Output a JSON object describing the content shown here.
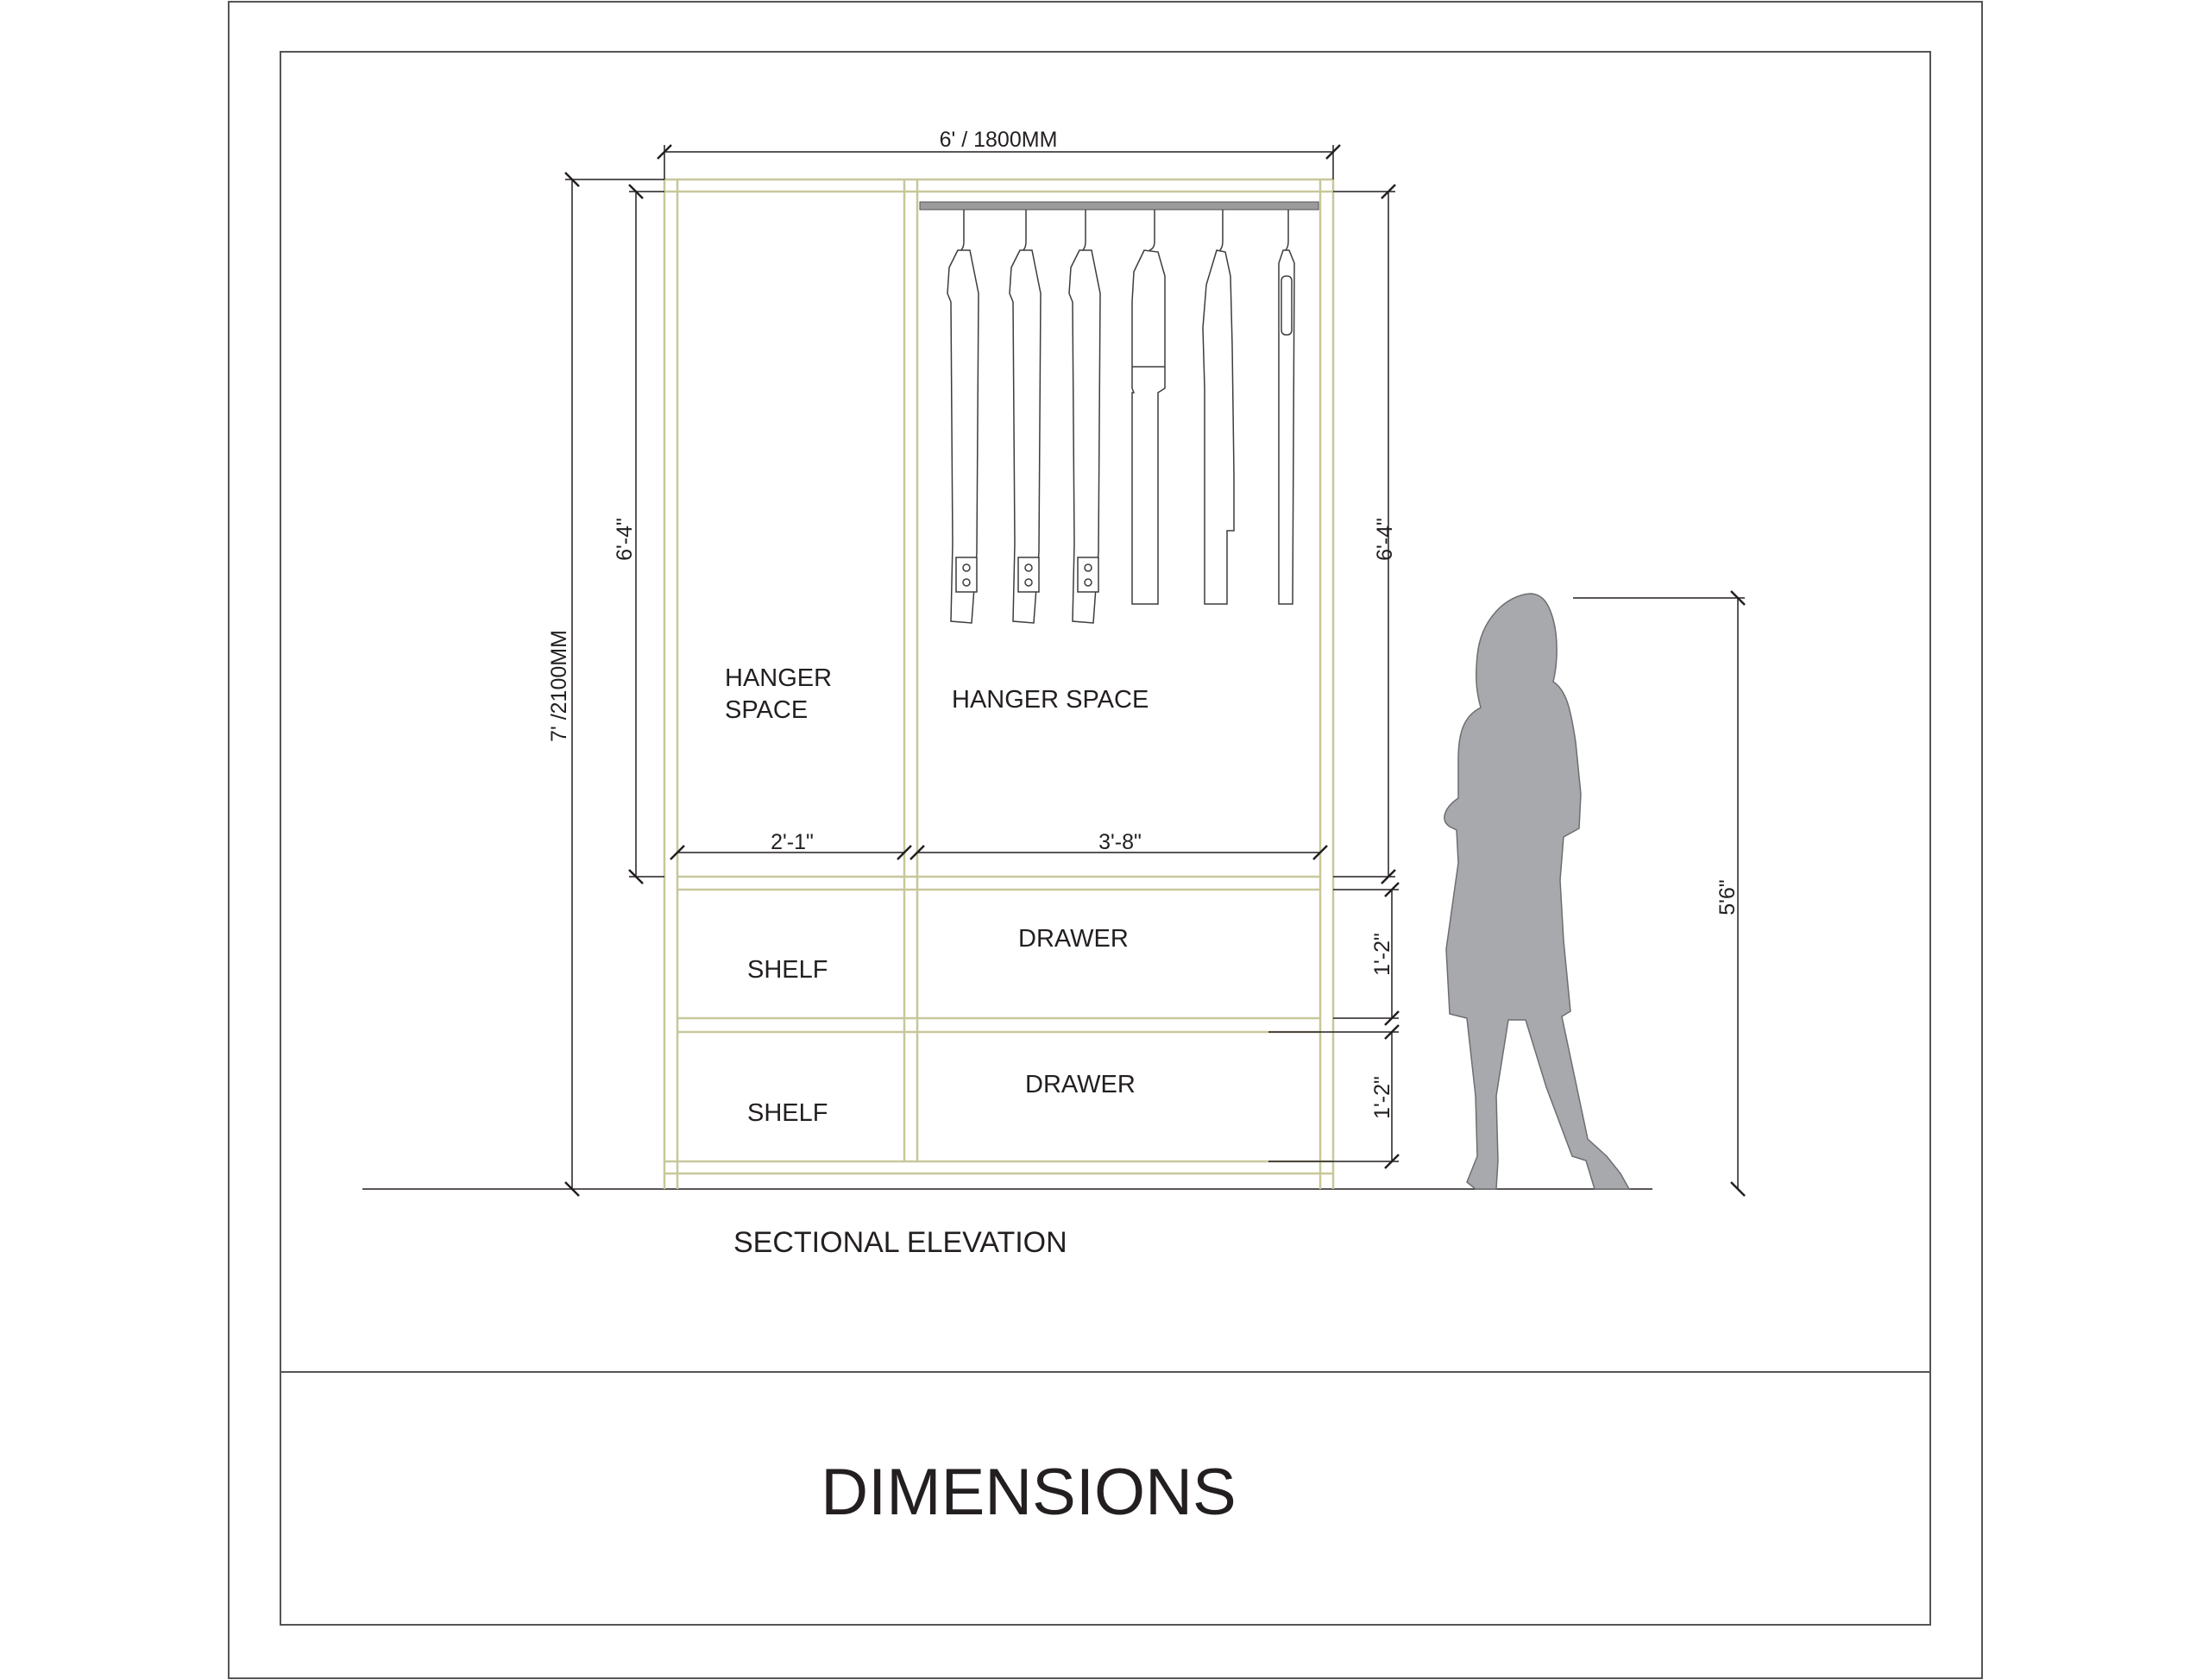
{
  "labels": {
    "width_overall": "6' / 1800MM",
    "height_overall": "7' /2100MM",
    "left_hanger_height": "6'-4\"",
    "right_hanger_height": "6'-4\"",
    "left_width": "2'-1\"",
    "right_width": "3'-8\"",
    "drawer_height_upper": "1'-2\"",
    "drawer_height_lower": "1'-2\"",
    "person_height": "5'6\"",
    "hanger_space_left_line1": "HANGER",
    "hanger_space_left_line2": "SPACE",
    "hanger_space_right": "HANGER SPACE",
    "shelf_upper": "SHELF",
    "shelf_lower": "SHELF",
    "drawer_upper": "DRAWER",
    "drawer_lower": "DRAWER",
    "caption": "SECTIONAL ELEVATION",
    "title": "DIMENSIONS"
  },
  "colors": {
    "frame_wood": "#c8c79a",
    "silhouette": "#a7a9ac",
    "ink": "#231f20"
  }
}
